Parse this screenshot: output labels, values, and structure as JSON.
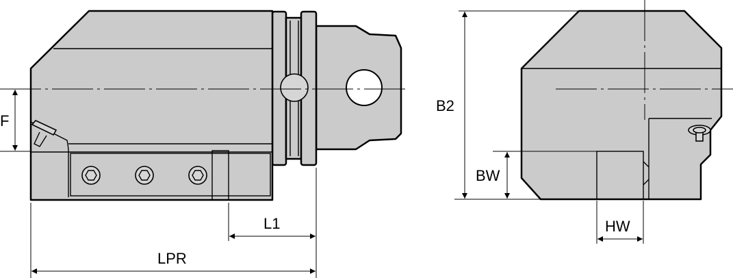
{
  "dimensions": {
    "f": "F",
    "l1": "L1",
    "lpr": "LPR",
    "b2": "B2",
    "bw": "BW",
    "hw": "HW"
  }
}
